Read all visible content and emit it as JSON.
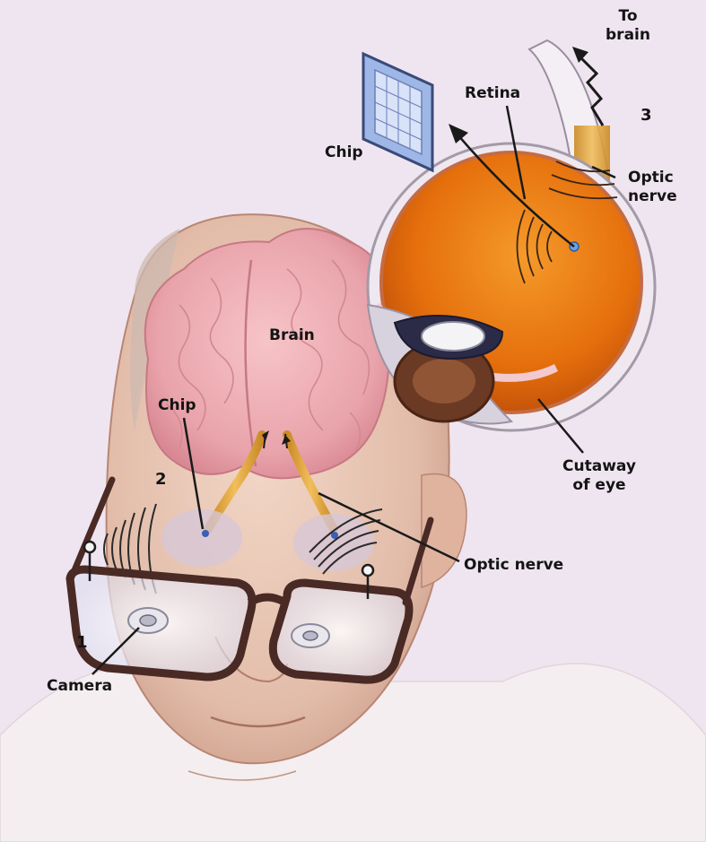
{
  "labels": {
    "to_brain_line1": "To",
    "to_brain_line2": "brain",
    "retina": "Retina",
    "chip_top": "Chip",
    "step_3": "3",
    "optic_nerve_top_line1": "Optic",
    "optic_nerve_top_line2": "nerve",
    "brain": "Brain",
    "chip_head": "Chip",
    "step_2": "2",
    "cutaway_line1": "Cutaway",
    "cutaway_line2": "of eye",
    "optic_nerve_bottom": "Optic nerve",
    "step_1": "1",
    "camera": "Camera"
  },
  "colors": {
    "background": "#f1e9f1",
    "skin": "#e8c9b7",
    "brain": "#e8a6ad",
    "eye_interior": "#e8790f",
    "optic_nerve": "#e3a23a",
    "glasses_frame": "#4a2a24",
    "chip": "#9fb7e6",
    "label_text": "#141414"
  }
}
